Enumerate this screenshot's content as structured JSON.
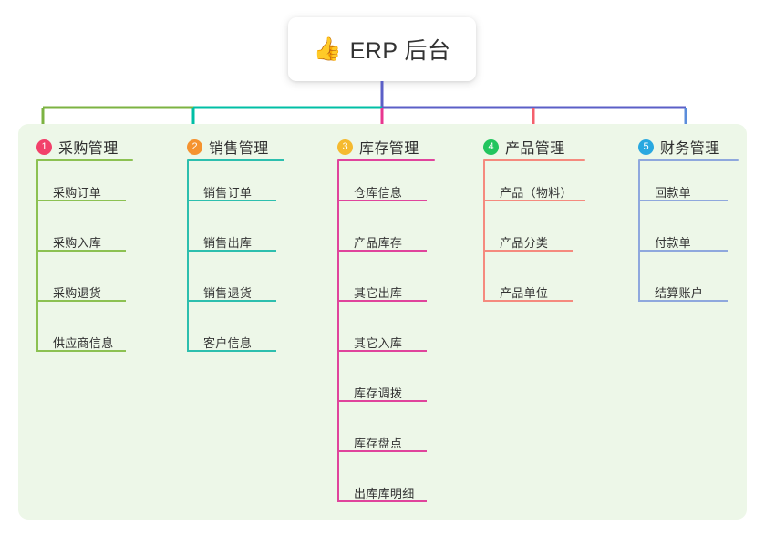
{
  "title": {
    "emoji": "👍",
    "icon_name": "thumbs-up-icon",
    "text": "ERP 后台"
  },
  "palette": {
    "panel_bg": "#edf7e8",
    "card_bg": "#ffffff",
    "trunk": "#5b5fc7",
    "bus_left": "#7cb342",
    "bus_mid": "#00bfa5",
    "bus_right": "#5b5fc7",
    "drop_1": "#7cb342",
    "drop_2": "#00bfa5",
    "drop_3": "#e8368f",
    "drop_4": "#f4606c",
    "drop_5": "#5b8ddb"
  },
  "columns": [
    {
      "index": "1",
      "badge_label": "1",
      "badge_color": "#f2406a",
      "line_color": "#8cc152",
      "title": "采购管理",
      "items": [
        "采购订单",
        "采购入库",
        "采购退货",
        "供应商信息"
      ]
    },
    {
      "index": "2",
      "badge_label": "2",
      "badge_color": "#f5932f",
      "line_color": "#2dbfae",
      "title": "销售管理",
      "items": [
        "销售订单",
        "销售出库",
        "销售退货",
        "客户信息"
      ]
    },
    {
      "index": "3",
      "badge_label": "3",
      "badge_color": "#f5ba2f",
      "line_color": "#e0449c",
      "title": "库存管理",
      "items": [
        "仓库信息",
        "产品库存",
        "其它出库",
        "其它入库",
        "库存调拨",
        "库存盘点",
        "出库库明细"
      ]
    },
    {
      "index": "4",
      "badge_label": "4",
      "badge_color": "#22c55e",
      "line_color": "#f58a7e",
      "title": "产品管理",
      "items": [
        "产品（物料）",
        "产品分类",
        "产品单位"
      ]
    },
    {
      "index": "5",
      "badge_label": "5",
      "badge_color": "#29a8e0",
      "line_color": "#8fa8dd",
      "title": "财务管理",
      "items": [
        "回款单",
        "付款单",
        "结算账户"
      ]
    }
  ]
}
